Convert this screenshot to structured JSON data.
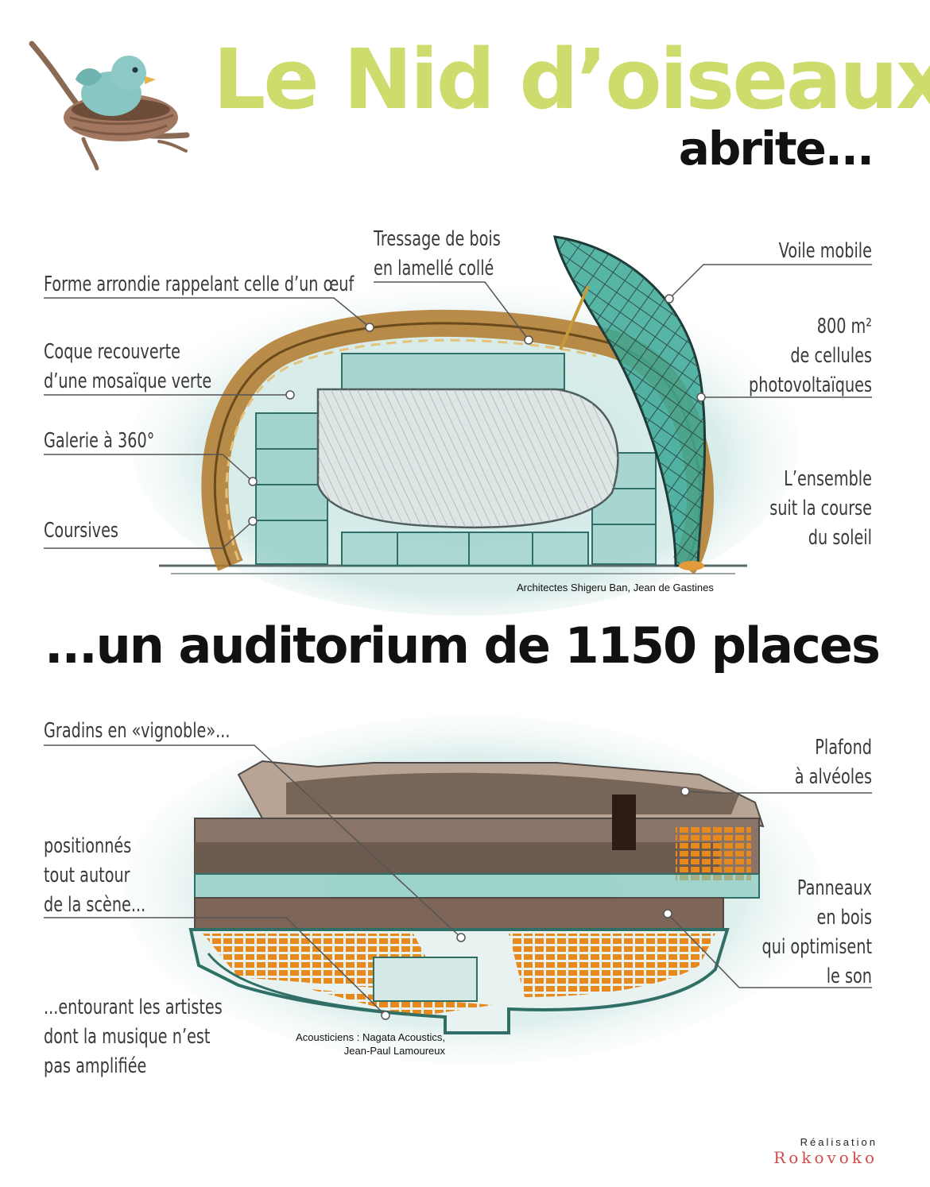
{
  "header": {
    "title": "Le Nid d’oiseaux",
    "subtitle": "abrite..."
  },
  "building": {
    "labels": {
      "forme": "Forme arrondie rappelant celle d’un œuf",
      "coque_1": "Coque recouverte",
      "coque_2": "d’une mosaïque verte",
      "galerie": "Galerie à 360°",
      "coursives": "Coursives",
      "tressage_1": "Tressage de bois",
      "tressage_2": "en lamellé collé",
      "voile": "Voile mobile",
      "cellules_1": "800 m²",
      "cellules_2": "de cellules",
      "cellules_3": "photovoltaïques",
      "soleil_1": "L’ensemble",
      "soleil_2": "suit la course",
      "soleil_3": "du soleil"
    },
    "credit": "Architectes Shigeru Ban, Jean de Gastines"
  },
  "auditorium": {
    "heading": "...un auditorium de 1150 places",
    "labels": {
      "gradins": "Gradins en «vignoble»...",
      "position_1": "positionnés",
      "position_2": "tout autour",
      "position_3": "de la scène...",
      "entourant_1": "...entourant les artistes",
      "entourant_2": "dont la musique n’est",
      "entourant_3": "pas amplifiée",
      "plafond_1": "Plafond",
      "plafond_2": "à alvéoles",
      "panneaux_1": "Panneaux",
      "panneaux_2": "en bois",
      "panneaux_3": "qui optimisent",
      "panneaux_4": "le son"
    },
    "credit_1": "Acousticiens : Nagata Acoustics,",
    "credit_2": "Jean-Paul Lamoureux"
  },
  "footer": {
    "realisation": "Réalisation",
    "brand": "Rokovoko"
  },
  "colors": {
    "title_green": "#cddc6c",
    "teal": "#3aa896",
    "wood": "#b0792a",
    "seat_orange": "#e8891e",
    "brand_red": "#d04c4c"
  }
}
